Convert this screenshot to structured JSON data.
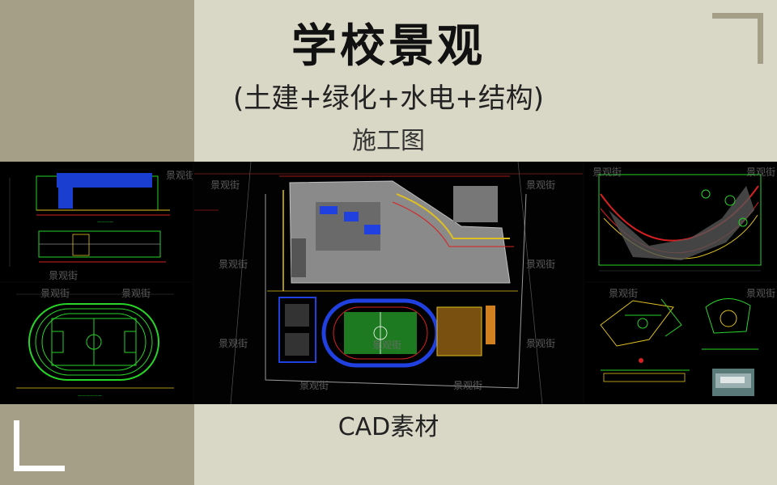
{
  "header": {
    "title": "学校景观",
    "subtitle": "(土建+绿化+水电+结构)",
    "caption": "施工图"
  },
  "footer": {
    "label": "CAD素材"
  },
  "watermark": {
    "text": "景观街"
  },
  "colors": {
    "accent": "#a59f87",
    "background": "#d9d8c6",
    "cad_background": "#000000",
    "cad_green": "#28d428",
    "cad_yellow": "#e0c020",
    "cad_red": "#d82020",
    "cad_blue": "#2040e0",
    "cad_grey": "#8a8a8a"
  },
  "icons": [
    "corner-bracket-top-right",
    "corner-bracket-bottom-left"
  ]
}
